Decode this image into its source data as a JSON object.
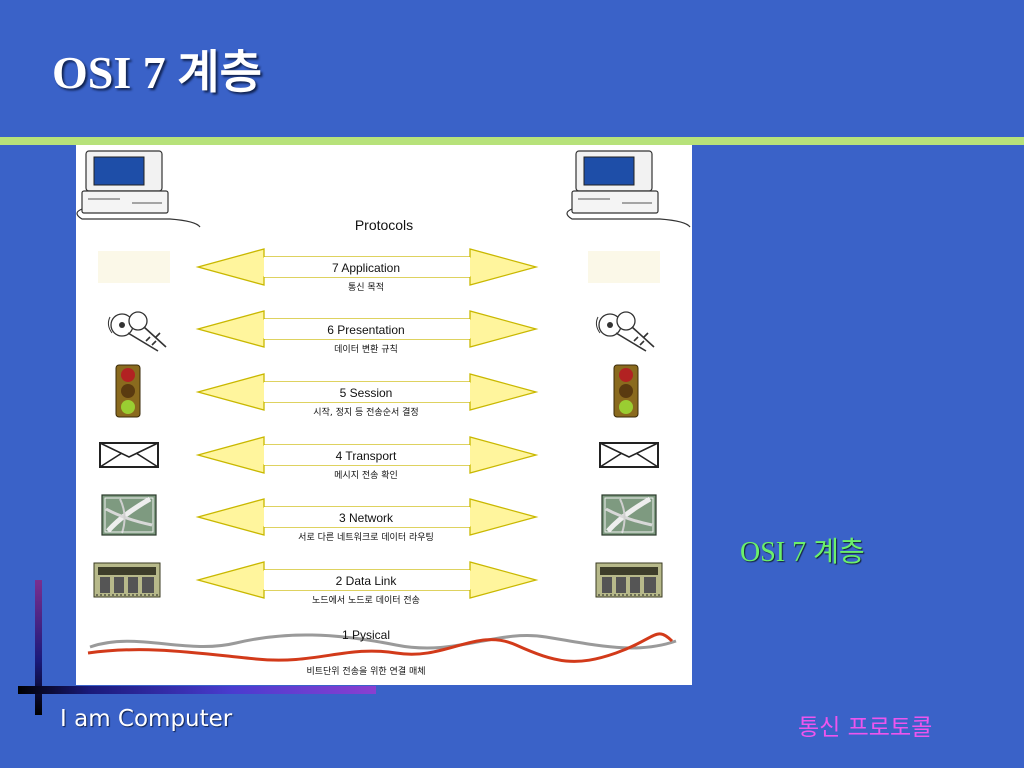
{
  "slide": {
    "title": "OSI 7 계층",
    "side_caption": "OSI 7 계층",
    "footer_left": "I am Computer",
    "footer_right": "통신 프로토콜"
  },
  "diagram": {
    "protocols_title": "Protocols",
    "layers": [
      {
        "name": "7 Application",
        "desc": "통신 목적",
        "icon": "blank-tile-icon"
      },
      {
        "name": "6 Presentation",
        "desc": "데이터 변환 규칙",
        "icon": "keys-icon"
      },
      {
        "name": "5 Session",
        "desc": "시작, 정지 등 전송순서 결정",
        "icon": "traffic-light-icon"
      },
      {
        "name": "4 Transport",
        "desc": "메시지 전송 확인",
        "icon": "envelope-icon"
      },
      {
        "name": "3 Network",
        "desc": "서로 다른 네트워크로 데이터 라우팅",
        "icon": "road-map-icon"
      },
      {
        "name": "2 Data Link",
        "desc": "노드에서 노드로 데이터 전송",
        "icon": "circuit-board-icon"
      }
    ],
    "physical": {
      "name": "1 Pysical",
      "desc": "비트단위 전송을 위한 연결 매체"
    },
    "colors": {
      "arrow_fill": "#fff59d",
      "arrow_stroke": "#c9b800",
      "wave_red": "#d23a1a",
      "wave_gray": "#9a9a9a",
      "screen": "#1e4ea8"
    }
  }
}
